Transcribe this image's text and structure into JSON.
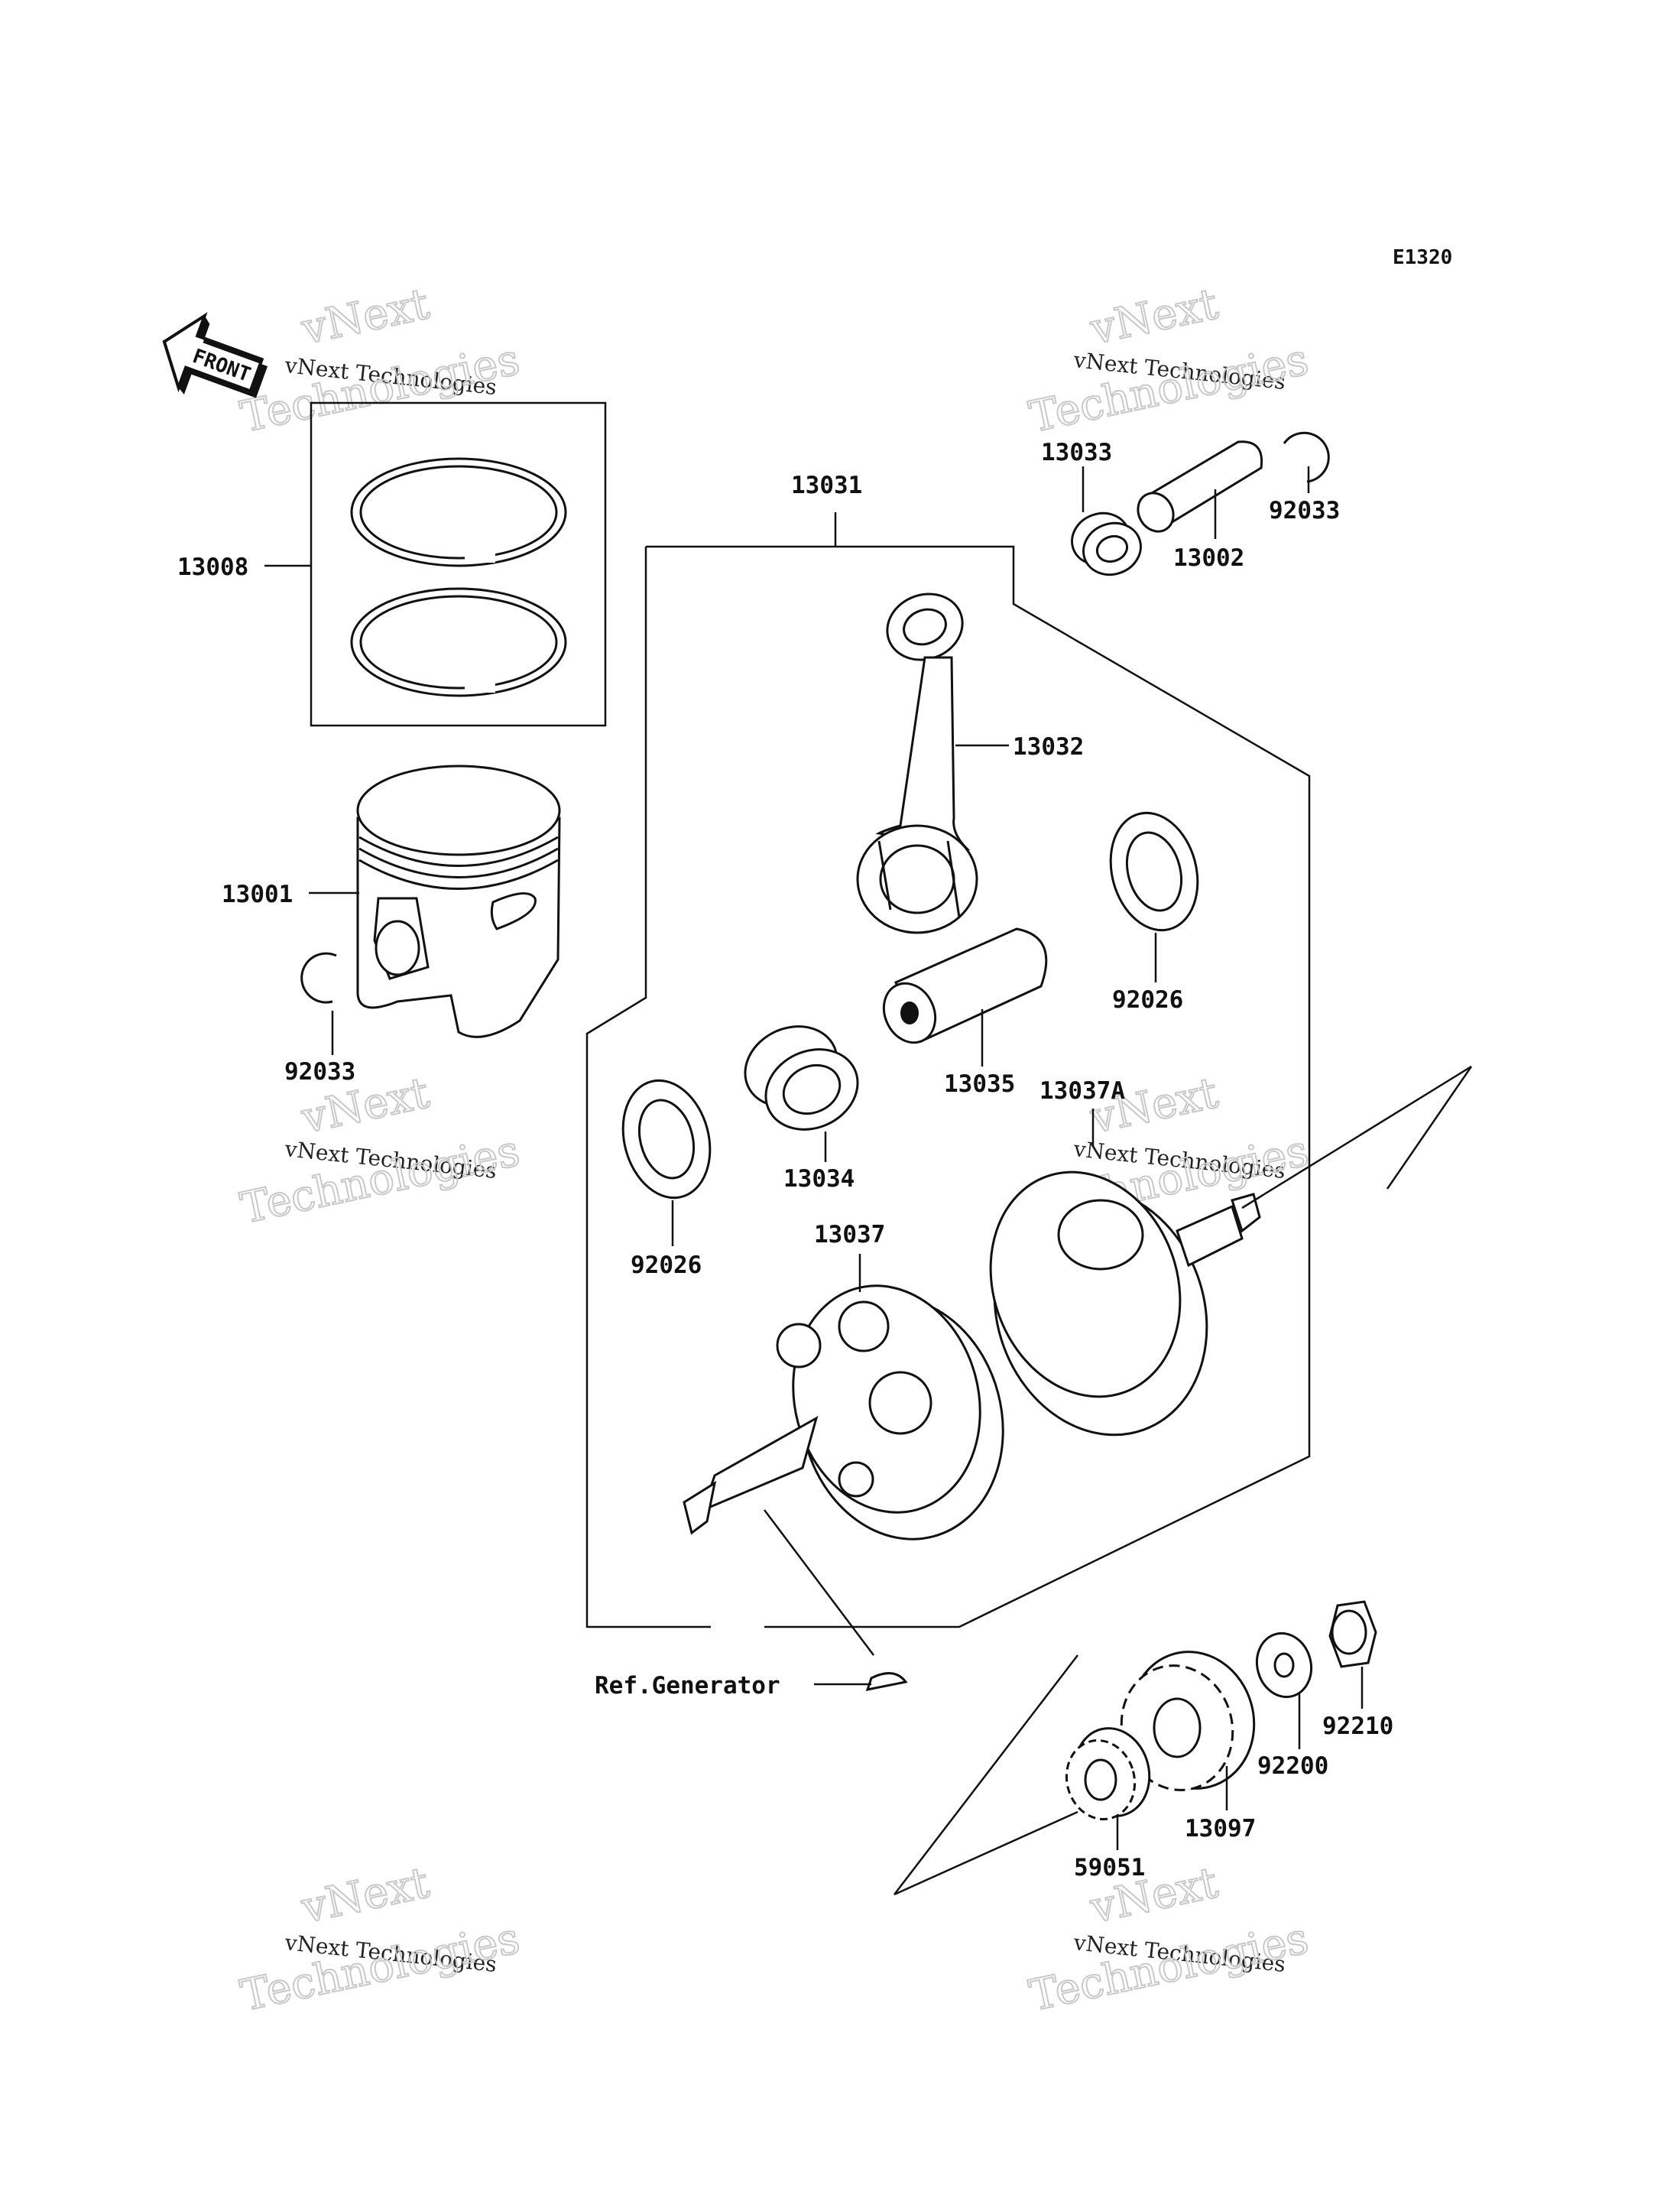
{
  "diagram": {
    "code": "E1320",
    "front_label": "FRONT",
    "ref_label": "Ref.Generator",
    "parts": {
      "p13008": "13008",
      "p13001": "13001",
      "p92033_left": "92033",
      "p13031": "13031",
      "p13033": "13033",
      "p13002": "13002",
      "p92033_right": "92033",
      "p13032": "13032",
      "p92026_right": "92026",
      "p13035": "13035",
      "p13034": "13034",
      "p92026_left": "92026",
      "p13037A": "13037A",
      "p13037": "13037",
      "p92210": "92210",
      "p92200": "92200",
      "p13097": "13097",
      "p59051": "59051"
    }
  },
  "watermarks": [
    {
      "line1": "vNext",
      "line2": "vNext Technologies",
      "line3": "Technologies"
    },
    {
      "line1": "vNext",
      "line2": "vNext Technologies",
      "line3": "Technologies"
    },
    {
      "line1": "vNext",
      "line2": "vNext Technologies",
      "line3": "Technologies"
    },
    {
      "line1": "vNext",
      "line2": "vNext Technologies",
      "line3": "Technologies"
    },
    {
      "line1": "vNext",
      "line2": "vNext Technologies",
      "line3": "Technologies"
    },
    {
      "line1": "vNext",
      "line2": "vNext Technologies",
      "line3": "Technologies"
    }
  ]
}
